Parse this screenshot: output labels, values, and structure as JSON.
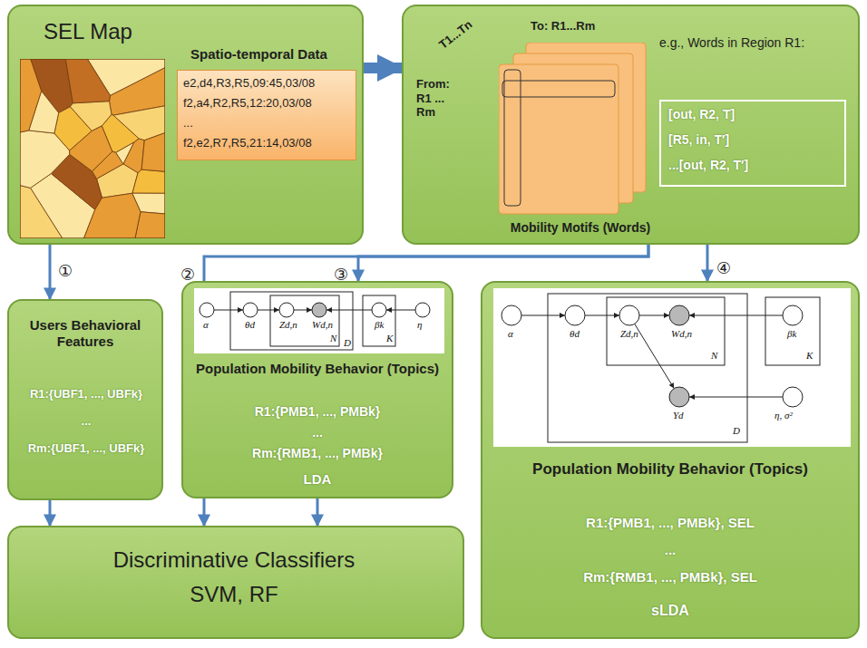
{
  "diagram": {
    "nodes": [
      {
        "text": [
          "SEL Map",
          "Spatio-temporal Data"
        ]
      },
      {
        "text": [
          "e2,d4,R3,R5,09:45,03/08",
          "f2,a4,R2,R5,12:20,03/08",
          "...",
          "f2,e2,R7,R5,21:14,03/08"
        ],
        "in": 0
      },
      {
        "text": [
          "T1...Tn",
          "To: R1...Rm",
          "From: R1 ... Rm",
          "e.g., Words in Region R1:",
          "Mobility Motifs (Words)"
        ]
      },
      {
        "text": [
          "[out, R2, T]",
          "[R5, in, T′]",
          "...[out, R2, T′]"
        ],
        "in": 2
      },
      {
        "text": [
          "Users Behavioral Features",
          "R1:{UBF1, ..., UBFk}",
          "...",
          "Rm:{UBF1, ..., UBFk}"
        ]
      },
      {
        "text": [
          "Population Mobility Behavior (Topics)",
          "R1:{PMB1, ..., PMBk}",
          "...",
          "Rm:{RMB1, ..., PMBk}",
          "LDA"
        ]
      },
      {
        "text": [
          "Population Mobility Behavior (Topics)",
          "R1:{PMB1, ..., PMBk}, SEL",
          "...",
          "Rm:{RMB1, ..., PMBk}, SEL",
          "sLDA"
        ]
      },
      {
        "text": [
          "Discriminative Classifiers",
          "SVM, RF"
        ]
      }
    ],
    "edges": [
      {
        "from": 0,
        "to": 2,
        "arrow": "to"
      },
      {
        "from": 0,
        "to": 4,
        "label": "①",
        "arrow": "to"
      },
      {
        "from": 2,
        "to": 7,
        "label": "②",
        "arrow": "to"
      },
      {
        "from": 2,
        "to": 5,
        "label": "③",
        "arrow": "to"
      },
      {
        "from": 2,
        "to": 6,
        "label": "④",
        "arrow": "to"
      },
      {
        "from": 4,
        "to": 7,
        "arrow": "to"
      },
      {
        "from": 5,
        "to": 7,
        "arrow": "to"
      }
    ],
    "labels": [
      "α",
      "θd",
      "Zd,n",
      "Wd,n",
      "N",
      "D",
      "βk",
      "K",
      "η",
      "α",
      "θd",
      "Zd,n",
      "Wd,n",
      "N",
      "βk",
      "K",
      "Yd",
      "D",
      "η, σ²"
    ]
  }
}
